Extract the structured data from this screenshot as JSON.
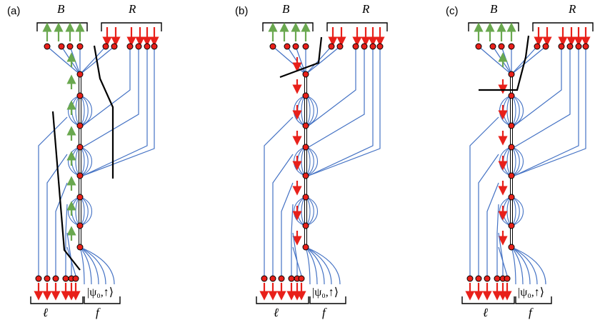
{
  "panels": [
    {
      "label": "(a)",
      "bath_b": "B",
      "bath_r": "R",
      "lead": "ℓ",
      "free": "f",
      "ket": "|ψ₀,↑⟩",
      "top_b_arrows": "up",
      "top_r_arrows": "down",
      "chain_spins": [
        "up",
        "up",
        "up",
        "up",
        "up",
        "up",
        "up",
        "up"
      ],
      "cut": "two diagonal cuts"
    },
    {
      "label": "(b)",
      "bath_b": "B",
      "bath_r": "R",
      "lead": "ℓ",
      "free": "f",
      "ket": "|ψ₀,↑⟩",
      "top_b_arrows": "up",
      "top_r_arrows": "down",
      "chain_spins": [
        "down",
        "down",
        "down",
        "down",
        "down",
        "down",
        "down",
        "down"
      ],
      "cut": "cut across upper vertex"
    },
    {
      "label": "(c)",
      "bath_b": "B",
      "bath_r": "R",
      "lead": "ℓ",
      "free": "f",
      "ket": "|ψ₀,↑⟩",
      "top_b_arrows": "up",
      "top_r_arrows": "down",
      "chain_spins": [
        "up",
        "down",
        "down",
        "down",
        "down",
        "down",
        "down",
        "down"
      ],
      "cut": "cut below first vertex"
    }
  ],
  "colors": {
    "up_arrow": "#6aa84f",
    "down_arrow": "#e8201a",
    "node_fill": "#e8201a",
    "link": "#4472c4",
    "cut_line": "#000000"
  }
}
